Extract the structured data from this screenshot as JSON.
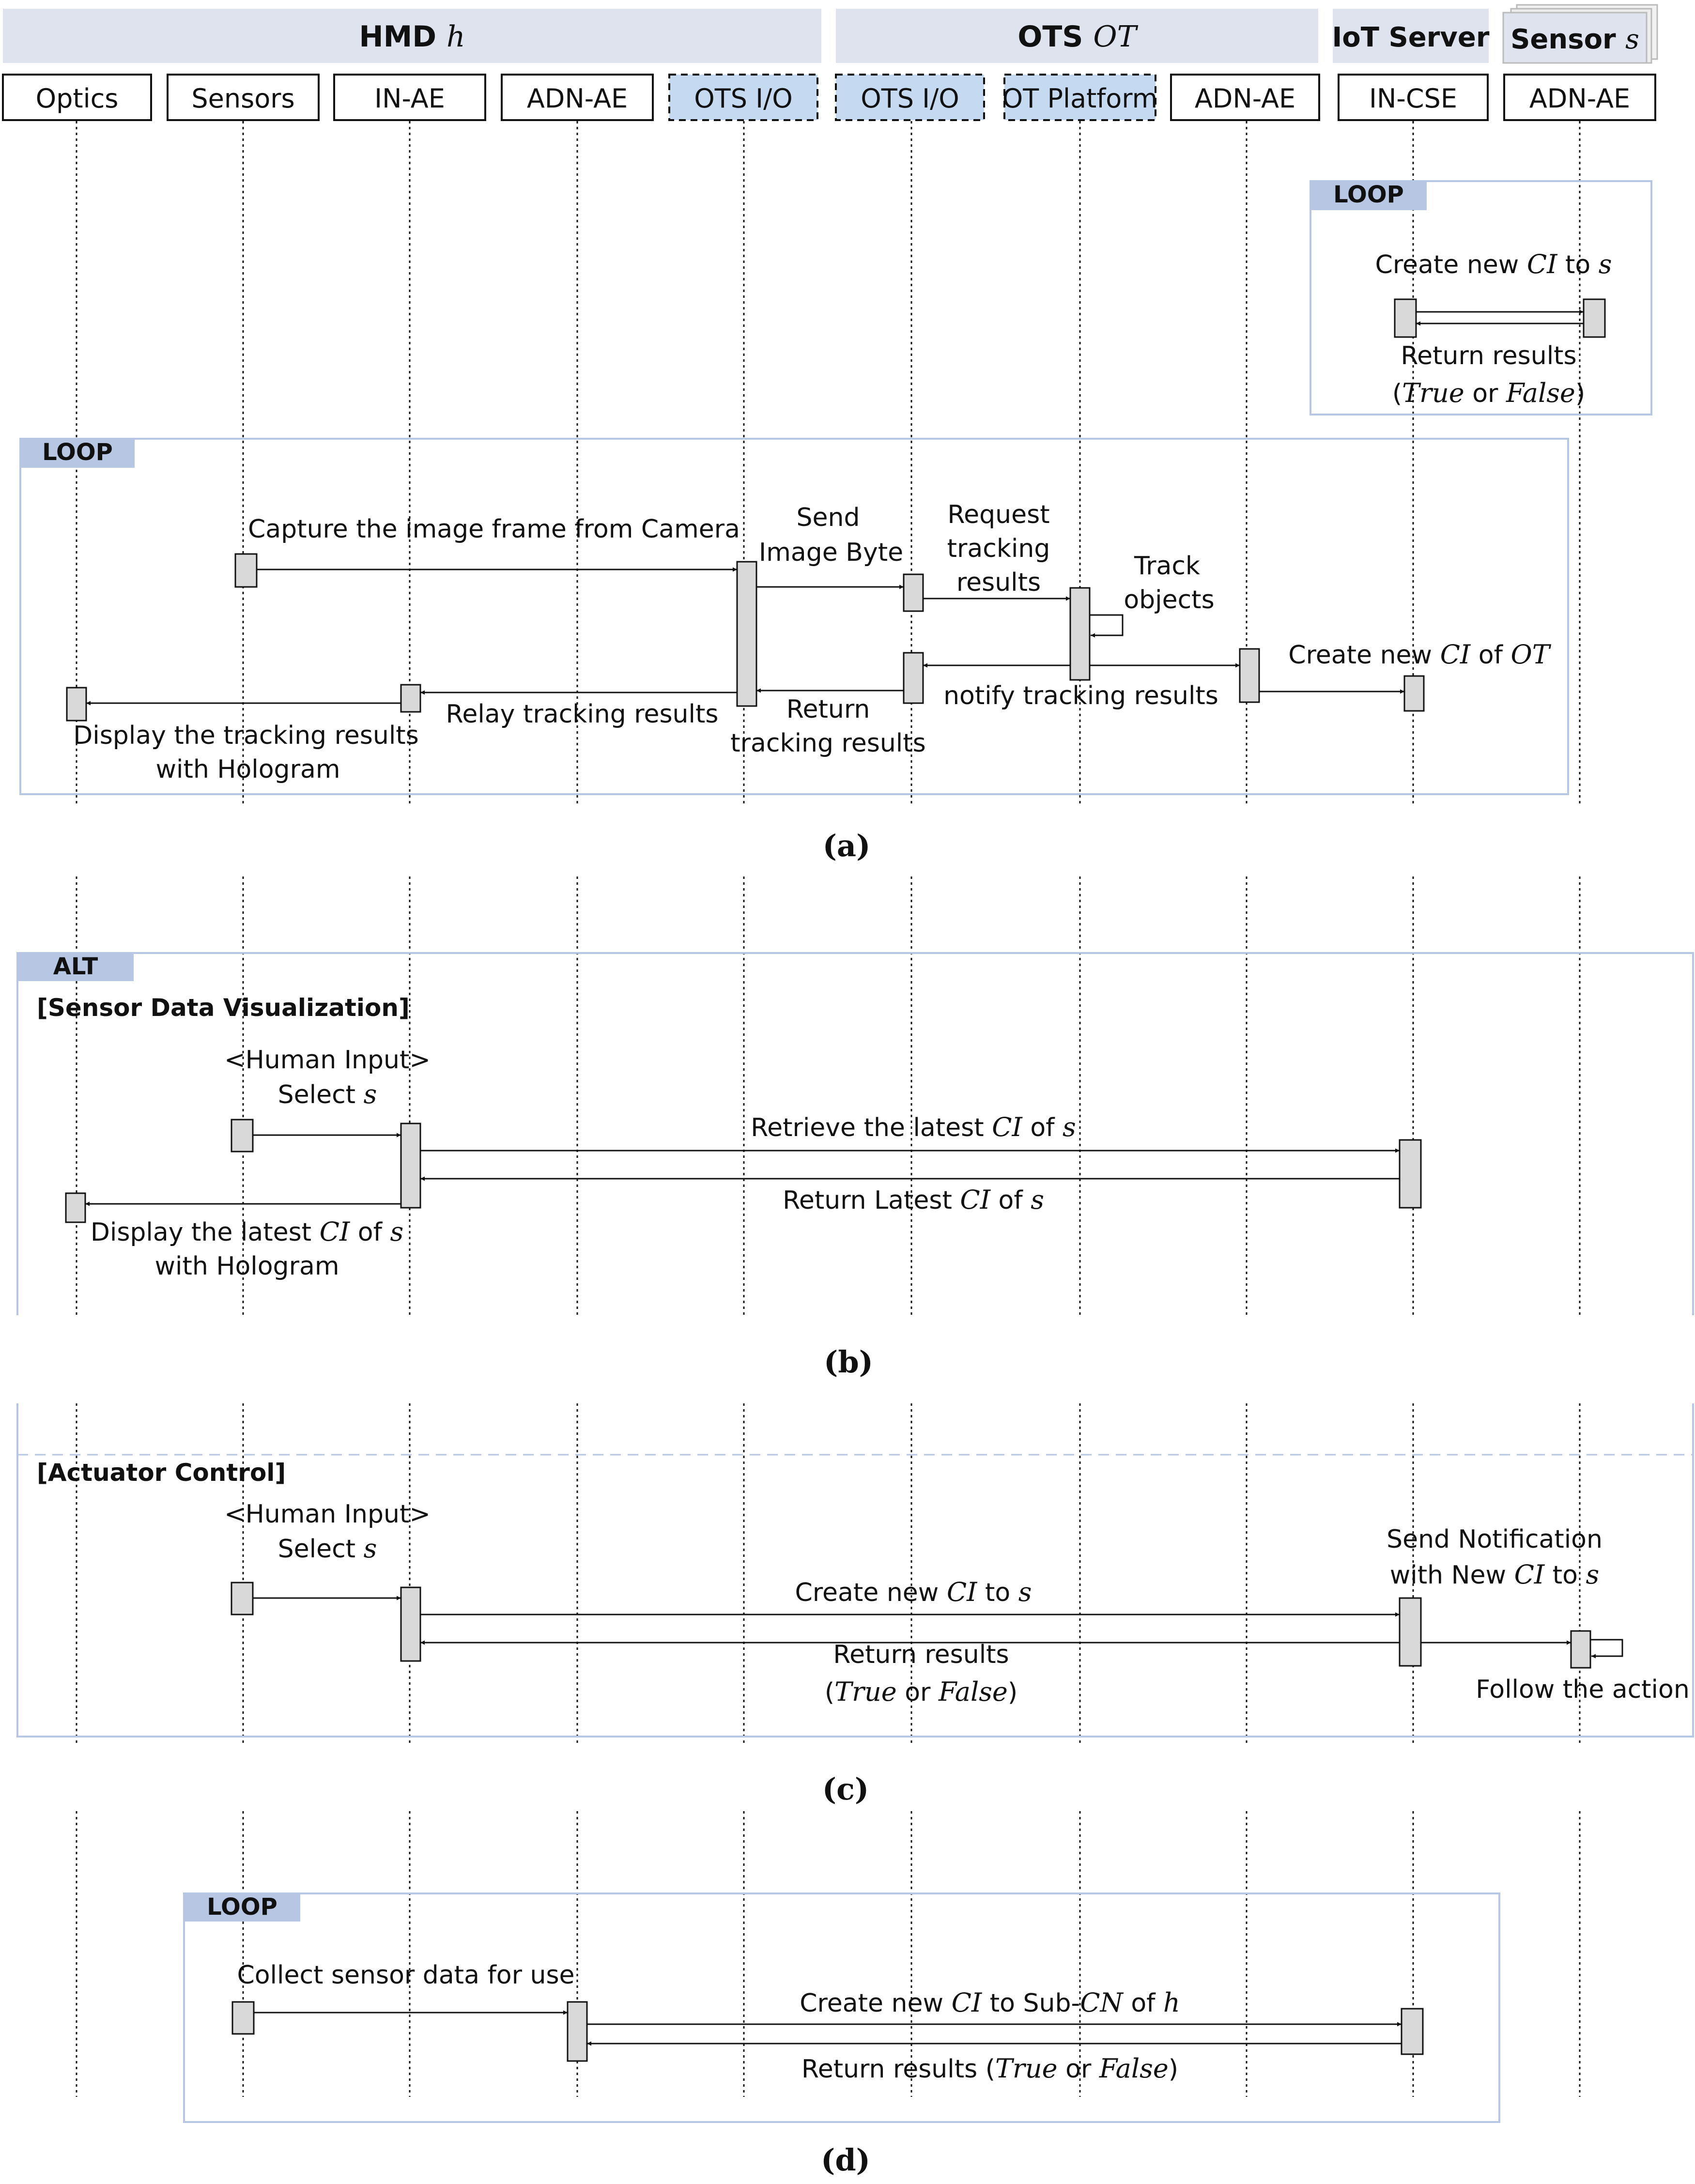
{
  "groups": [
    {
      "name": "HMD",
      "var": "h"
    },
    {
      "name": "OTS",
      "var": "OT"
    },
    {
      "name": "IoT Server",
      "var": ""
    },
    {
      "name": "Sensor",
      "var": "s"
    }
  ],
  "lifelines": [
    {
      "label": "Optics",
      "style": "plain"
    },
    {
      "label": "Sensors",
      "style": "plain"
    },
    {
      "label": "IN-AE",
      "style": "plain"
    },
    {
      "label": "ADN-AE",
      "style": "plain"
    },
    {
      "label": "OTS I/O",
      "style": "dashed"
    },
    {
      "label": "OTS I/O",
      "style": "dashed"
    },
    {
      "label": "OT Platform",
      "style": "dashed"
    },
    {
      "label": "ADN-AE",
      "style": "plain"
    },
    {
      "label": "IN-CSE",
      "style": "plain"
    },
    {
      "label": "ADN-AE",
      "style": "plain"
    }
  ],
  "fragments": {
    "loop": "LOOP",
    "alt": "ALT",
    "alt_guard_1": "[Sensor Data Visualization]",
    "alt_guard_2": "[Actuator Control]"
  },
  "captions": [
    "(a)",
    "(b)",
    "(c)",
    "(d)"
  ],
  "messages": {
    "a1": [
      {
        "t": "Create new "
      },
      {
        "t": "CI",
        "i": true
      },
      {
        "t": " to "
      },
      {
        "t": "s",
        "i": true
      }
    ],
    "a2": [
      {
        "t": "Return results"
      }
    ],
    "a3": [
      {
        "t": "("
      },
      {
        "t": "True",
        "i": true
      },
      {
        "t": " or "
      },
      {
        "t": "False",
        "i": true
      },
      {
        "t": ")"
      }
    ],
    "a4": [
      {
        "t": "Capture the image frame from Camera"
      }
    ],
    "a5": [
      {
        "t": "Send"
      }
    ],
    "a6": [
      {
        "t": "Image Byte"
      }
    ],
    "a7": [
      {
        "t": "Request"
      }
    ],
    "a8": [
      {
        "t": "tracking"
      }
    ],
    "a9": [
      {
        "t": "results"
      }
    ],
    "a10": [
      {
        "t": "Track"
      }
    ],
    "a11": [
      {
        "t": "objects"
      }
    ],
    "a12": [
      {
        "t": "Create new "
      },
      {
        "t": "CI",
        "i": true
      },
      {
        "t": " of "
      },
      {
        "t": "OT",
        "i": true
      }
    ],
    "a13": [
      {
        "t": "notify tracking results"
      }
    ],
    "a14": [
      {
        "t": "Return"
      }
    ],
    "a15": [
      {
        "t": "tracking results"
      }
    ],
    "a16": [
      {
        "t": "Relay tracking results"
      }
    ],
    "a17": [
      {
        "t": "Display the tracking results"
      }
    ],
    "a18": [
      {
        "t": "with Hologram"
      }
    ],
    "b1": [
      {
        "t": "<Human Input>"
      }
    ],
    "b2": [
      {
        "t": "Select "
      },
      {
        "t": "s",
        "i": true
      }
    ],
    "b3": [
      {
        "t": "Retrieve the latest "
      },
      {
        "t": "CI",
        "i": true
      },
      {
        "t": " of "
      },
      {
        "t": "s",
        "i": true
      }
    ],
    "b4": [
      {
        "t": "Return Latest "
      },
      {
        "t": "CI",
        "i": true
      },
      {
        "t": " of "
      },
      {
        "t": "s",
        "i": true
      }
    ],
    "b5": [
      {
        "t": "Display the latest "
      },
      {
        "t": "CI",
        "i": true
      },
      {
        "t": " of "
      },
      {
        "t": "s",
        "i": true
      }
    ],
    "b6": [
      {
        "t": "with Hologram"
      }
    ],
    "c1": [
      {
        "t": "<Human Input>"
      }
    ],
    "c2": [
      {
        "t": "Select "
      },
      {
        "t": "s",
        "i": true
      }
    ],
    "c3": [
      {
        "t": "Create new "
      },
      {
        "t": "CI",
        "i": true
      },
      {
        "t": " to "
      },
      {
        "t": "s",
        "i": true
      }
    ],
    "c4": [
      {
        "t": "Return results"
      }
    ],
    "c5": [
      {
        "t": "("
      },
      {
        "t": "True",
        "i": true
      },
      {
        "t": " or "
      },
      {
        "t": "False",
        "i": true
      },
      {
        "t": ")"
      }
    ],
    "c6": [
      {
        "t": "Send Notification"
      }
    ],
    "c7": [
      {
        "t": "with New "
      },
      {
        "t": "CI",
        "i": true
      },
      {
        "t": " to "
      },
      {
        "t": "s",
        "i": true
      }
    ],
    "c8": [
      {
        "t": "Follow the action"
      }
    ],
    "d1": [
      {
        "t": "Collect sensor data for use"
      }
    ],
    "d2": [
      {
        "t": "Create new "
      },
      {
        "t": "CI",
        "i": true
      },
      {
        "t": " to Sub-"
      },
      {
        "t": "CN",
        "i": true
      },
      {
        "t": " of "
      },
      {
        "t": "h",
        "i": true
      }
    ],
    "d3": [
      {
        "t": "Return results ("
      },
      {
        "t": "True",
        "i": true
      },
      {
        "t": " or "
      },
      {
        "t": "False",
        "i": true
      },
      {
        "t": ")"
      }
    ]
  },
  "colors": {
    "group_fill": "#dfe3ee",
    "frame_stroke": "#b7c6e2",
    "tag_fill": "#b7c6e2",
    "dashed_fill": "#c5daf0",
    "activation_fill": "#d9d9d9",
    "line": "#111111"
  }
}
